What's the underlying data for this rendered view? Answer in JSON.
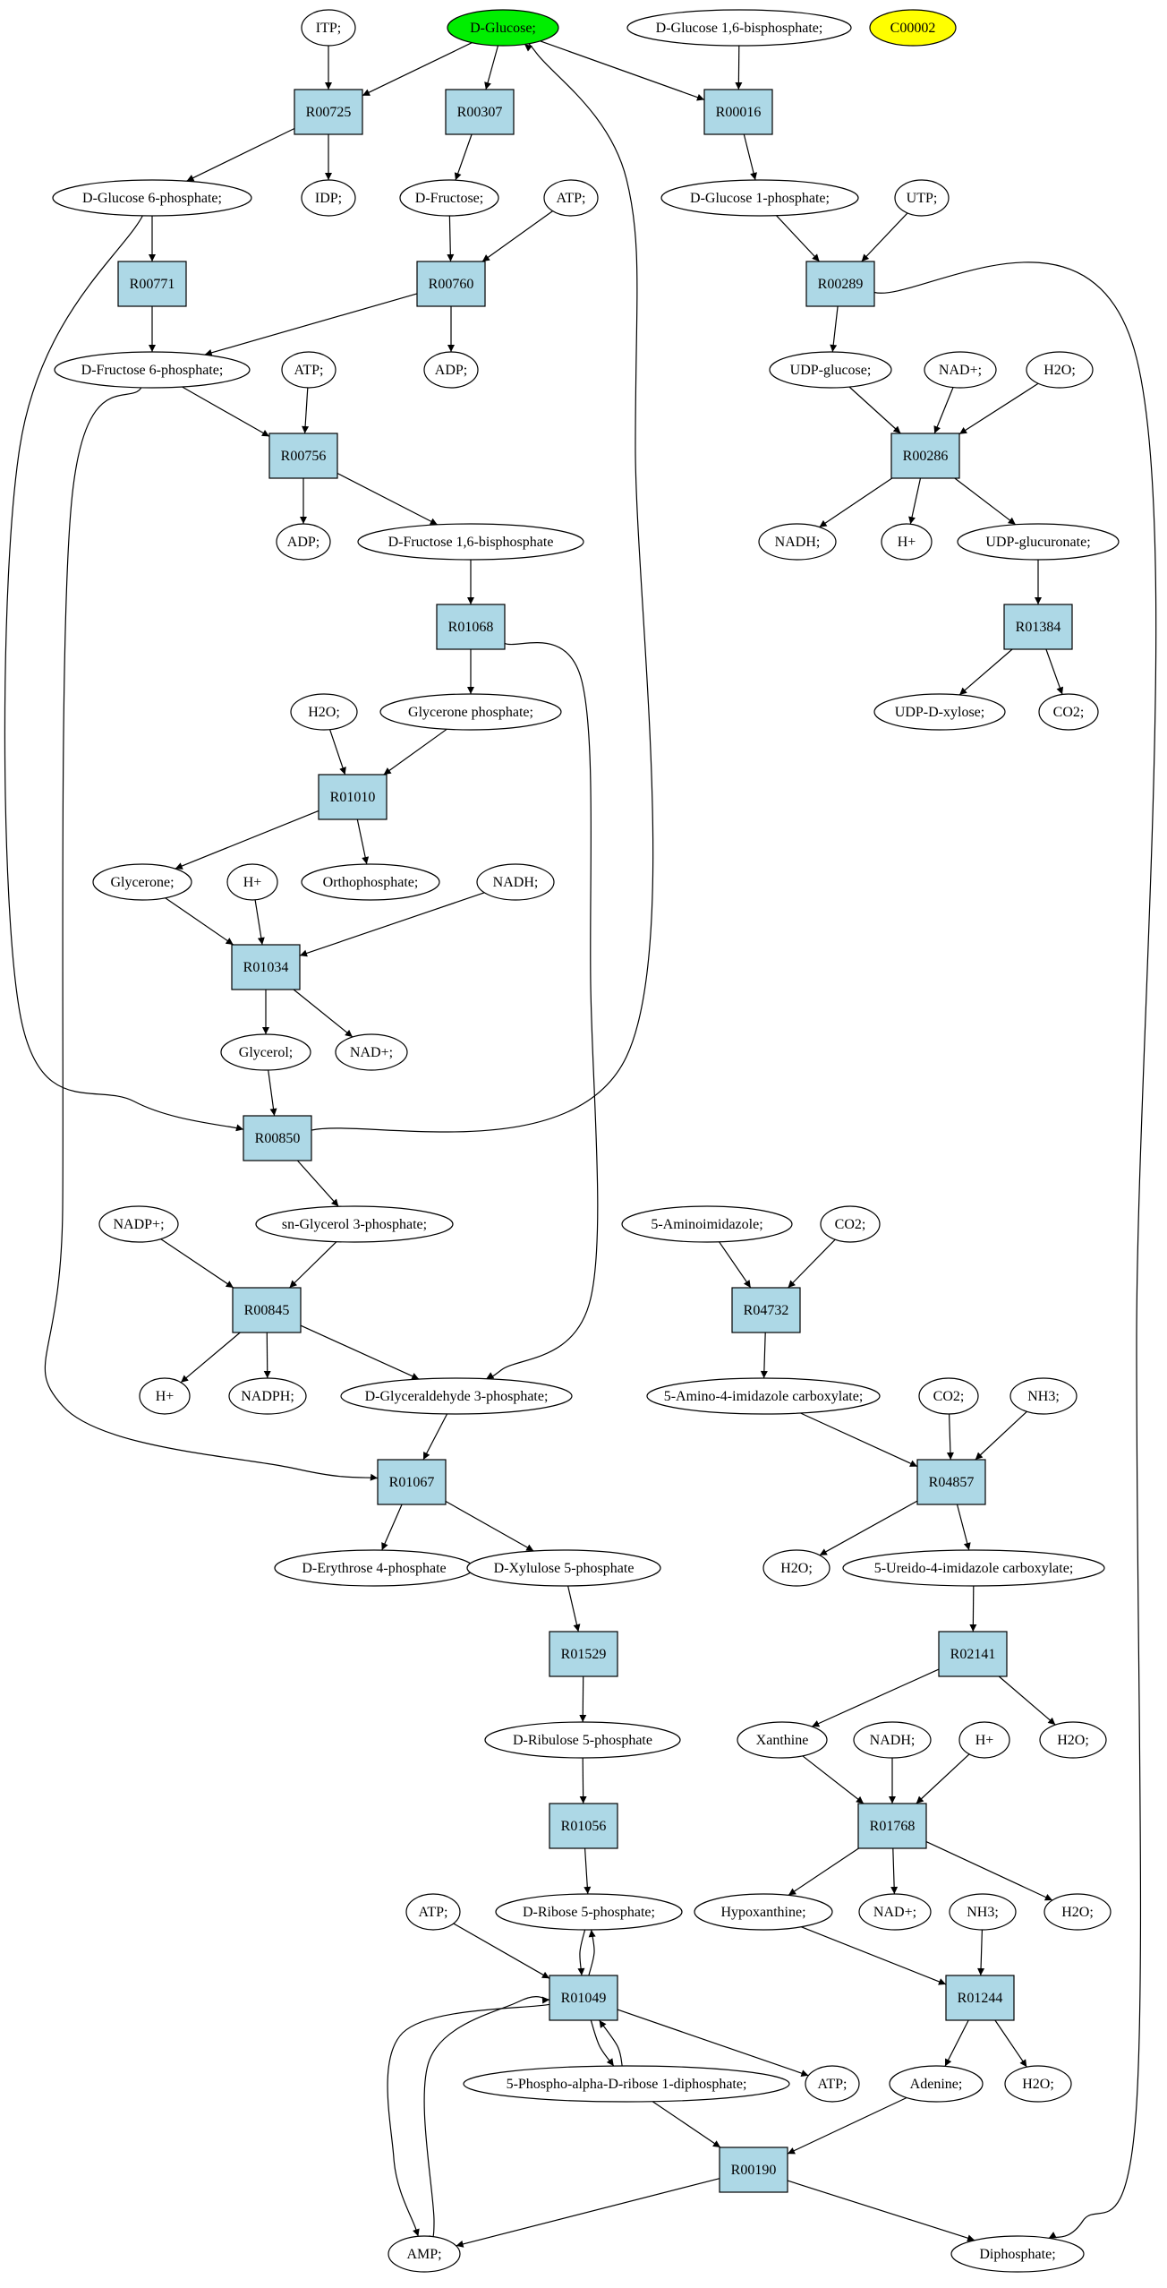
{
  "colors": {
    "background": "#ffffff",
    "reaction_fill": "#add8e6",
    "compound_fill": "#ffffff",
    "start_fill": "#00ee00",
    "highlight_fill": "#ffff00",
    "stroke": "#000000"
  },
  "nodes": {
    "itp": {
      "label": "ITP;",
      "kind": "compound"
    },
    "d_glucose": {
      "label": "D-Glucose;",
      "kind": "start"
    },
    "d_glucose_16bp": {
      "label": "D-Glucose 1,6-bisphosphate;",
      "kind": "compound"
    },
    "c00002": {
      "label": "C00002",
      "kind": "highlight"
    },
    "r00725": {
      "label": "R00725",
      "kind": "reaction"
    },
    "r00307": {
      "label": "R00307",
      "kind": "reaction"
    },
    "r00016": {
      "label": "R00016",
      "kind": "reaction"
    },
    "d_glucose_6p": {
      "label": "D-Glucose 6-phosphate;",
      "kind": "compound"
    },
    "idp": {
      "label": "IDP;",
      "kind": "compound"
    },
    "d_fructose": {
      "label": "D-Fructose;",
      "kind": "compound"
    },
    "atp_1": {
      "label": "ATP;",
      "kind": "compound"
    },
    "d_glucose_1p": {
      "label": "D-Glucose 1-phosphate;",
      "kind": "compound"
    },
    "utp": {
      "label": "UTP;",
      "kind": "compound"
    },
    "r00771": {
      "label": "R00771",
      "kind": "reaction"
    },
    "r00760": {
      "label": "R00760",
      "kind": "reaction"
    },
    "r00289": {
      "label": "R00289",
      "kind": "reaction"
    },
    "d_fructose_6p": {
      "label": "D-Fructose 6-phosphate;",
      "kind": "compound"
    },
    "atp_2": {
      "label": "ATP;",
      "kind": "compound"
    },
    "adp_1": {
      "label": "ADP;",
      "kind": "compound"
    },
    "udp_glucose": {
      "label": "UDP-glucose;",
      "kind": "compound"
    },
    "nad_1": {
      "label": "NAD+;",
      "kind": "compound"
    },
    "h2o_1": {
      "label": "H2O;",
      "kind": "compound"
    },
    "r00756": {
      "label": "R00756",
      "kind": "reaction"
    },
    "r00286": {
      "label": "R00286",
      "kind": "reaction"
    },
    "adp_2": {
      "label": "ADP;",
      "kind": "compound"
    },
    "d_fructose_16bp": {
      "label": "D-Fructose 1,6-bisphosphate",
      "kind": "compound"
    },
    "nadh_1": {
      "label": "NADH;",
      "kind": "compound"
    },
    "h_plus_1": {
      "label": "H+",
      "kind": "compound"
    },
    "udp_glucuronate": {
      "label": "UDP-glucuronate;",
      "kind": "compound"
    },
    "r01068": {
      "label": "R01068",
      "kind": "reaction"
    },
    "r01384": {
      "label": "R01384",
      "kind": "reaction"
    },
    "h2o_2": {
      "label": "H2O;",
      "kind": "compound"
    },
    "glycerone_p": {
      "label": "Glycerone phosphate;",
      "kind": "compound"
    },
    "udp_xylose": {
      "label": "UDP-D-xylose;",
      "kind": "compound"
    },
    "co2_1": {
      "label": "CO2;",
      "kind": "compound"
    },
    "r01010": {
      "label": "R01010",
      "kind": "reaction"
    },
    "glycerone": {
      "label": "Glycerone;",
      "kind": "compound"
    },
    "h_plus_2": {
      "label": "H+",
      "kind": "compound"
    },
    "orthophosphate": {
      "label": "Orthophosphate;",
      "kind": "compound"
    },
    "nadh_2": {
      "label": "NADH;",
      "kind": "compound"
    },
    "r01034": {
      "label": "R01034",
      "kind": "reaction"
    },
    "glycerol": {
      "label": "Glycerol;",
      "kind": "compound"
    },
    "nad_2": {
      "label": "NAD+;",
      "kind": "compound"
    },
    "r00850": {
      "label": "R00850",
      "kind": "reaction"
    },
    "nadp": {
      "label": "NADP+;",
      "kind": "compound"
    },
    "sn_glycerol_3p": {
      "label": "sn-Glycerol 3-phosphate;",
      "kind": "compound"
    },
    "aminoimidazole": {
      "label": "5-Aminoimidazole;",
      "kind": "compound"
    },
    "co2_2": {
      "label": "CO2;",
      "kind": "compound"
    },
    "r00845": {
      "label": "R00845",
      "kind": "reaction"
    },
    "r04732": {
      "label": "R04732",
      "kind": "reaction"
    },
    "h_plus_3": {
      "label": "H+",
      "kind": "compound"
    },
    "nadph": {
      "label": "NADPH;",
      "kind": "compound"
    },
    "d_glyceraldehyde_3p": {
      "label": "D-Glyceraldehyde 3-phosphate;",
      "kind": "compound"
    },
    "amino_imidazole_carbox": {
      "label": "5-Amino-4-imidazole carboxylate;",
      "kind": "compound"
    },
    "co2_3": {
      "label": "CO2;",
      "kind": "compound"
    },
    "nh3_1": {
      "label": "NH3;",
      "kind": "compound"
    },
    "r01067": {
      "label": "R01067",
      "kind": "reaction"
    },
    "r04857": {
      "label": "R04857",
      "kind": "reaction"
    },
    "d_erythrose_4p": {
      "label": "D-Erythrose 4-phosphate",
      "kind": "compound"
    },
    "d_xylulose_5p": {
      "label": "D-Xylulose 5-phosphate",
      "kind": "compound"
    },
    "h2o_3": {
      "label": "H2O;",
      "kind": "compound"
    },
    "ureido_imidazole_carbox": {
      "label": "5-Ureido-4-imidazole carboxylate;",
      "kind": "compound"
    },
    "r01529": {
      "label": "R01529",
      "kind": "reaction"
    },
    "r02141": {
      "label": "R02141",
      "kind": "reaction"
    },
    "d_ribulose_5p": {
      "label": "D-Ribulose 5-phosphate",
      "kind": "compound"
    },
    "xanthine": {
      "label": "Xanthine",
      "kind": "compound"
    },
    "nadh_3": {
      "label": "NADH;",
      "kind": "compound"
    },
    "h_plus_4": {
      "label": "H+",
      "kind": "compound"
    },
    "h2o_4": {
      "label": "H2O;",
      "kind": "compound"
    },
    "r01056": {
      "label": "R01056",
      "kind": "reaction"
    },
    "r01768": {
      "label": "R01768",
      "kind": "reaction"
    },
    "atp_3": {
      "label": "ATP;",
      "kind": "compound"
    },
    "d_ribose_5p": {
      "label": "D-Ribose 5-phosphate;",
      "kind": "compound"
    },
    "hypoxanthine": {
      "label": "Hypoxanthine;",
      "kind": "compound"
    },
    "nad_3": {
      "label": "NAD+;",
      "kind": "compound"
    },
    "nh3_2": {
      "label": "NH3;",
      "kind": "compound"
    },
    "h2o_5": {
      "label": "H2O;",
      "kind": "compound"
    },
    "r01049": {
      "label": "R01049",
      "kind": "reaction"
    },
    "r01244": {
      "label": "R01244",
      "kind": "reaction"
    },
    "prpp": {
      "label": "5-Phospho-alpha-D-ribose 1-diphosphate;",
      "kind": "compound"
    },
    "atp_4": {
      "label": "ATP;",
      "kind": "compound"
    },
    "adenine": {
      "label": "Adenine;",
      "kind": "compound"
    },
    "h2o_6": {
      "label": "H2O;",
      "kind": "compound"
    },
    "r00190": {
      "label": "R00190",
      "kind": "reaction"
    },
    "amp": {
      "label": "AMP;",
      "kind": "compound"
    },
    "diphosphate": {
      "label": "Diphosphate;",
      "kind": "compound"
    }
  },
  "edges": [
    [
      "itp",
      "r00725"
    ],
    [
      "d_glucose",
      "r00725"
    ],
    [
      "d_glucose",
      "r00307"
    ],
    [
      "d_glucose",
      "r00016"
    ],
    [
      "d_glucose_16bp",
      "r00016"
    ],
    [
      "r00725",
      "d_glucose_6p"
    ],
    [
      "r00725",
      "idp"
    ],
    [
      "r00307",
      "d_fructose"
    ],
    [
      "r00016",
      "d_glucose_1p"
    ],
    [
      "d_glucose_6p",
      "r00771"
    ],
    [
      "d_glucose_6p",
      "r00850"
    ],
    [
      "d_fructose",
      "r00760"
    ],
    [
      "atp_1",
      "r00760"
    ],
    [
      "d_glucose_1p",
      "r00289"
    ],
    [
      "utp",
      "r00289"
    ],
    [
      "r00771",
      "d_fructose_6p"
    ],
    [
      "r00760",
      "d_fructose_6p"
    ],
    [
      "r00760",
      "adp_1"
    ],
    [
      "r00289",
      "udp_glucose"
    ],
    [
      "r00289",
      "diphosphate"
    ],
    [
      "d_fructose_6p",
      "r00756"
    ],
    [
      "d_fructose_6p",
      "r01067"
    ],
    [
      "atp_2",
      "r00756"
    ],
    [
      "udp_glucose",
      "r00286"
    ],
    [
      "nad_1",
      "r00286"
    ],
    [
      "h2o_1",
      "r00286"
    ],
    [
      "r00756",
      "adp_2"
    ],
    [
      "r00756",
      "d_fructose_16bp"
    ],
    [
      "r00286",
      "nadh_1"
    ],
    [
      "r00286",
      "h_plus_1"
    ],
    [
      "r00286",
      "udp_glucuronate"
    ],
    [
      "d_fructose_16bp",
      "r01068"
    ],
    [
      "udp_glucuronate",
      "r01384"
    ],
    [
      "r01068",
      "glycerone_p"
    ],
    [
      "r01068",
      "d_glyceraldehyde_3p"
    ],
    [
      "r01384",
      "udp_xylose"
    ],
    [
      "r01384",
      "co2_1"
    ],
    [
      "h2o_2",
      "r01010"
    ],
    [
      "glycerone_p",
      "r01010"
    ],
    [
      "r01010",
      "glycerone"
    ],
    [
      "r01010",
      "orthophosphate"
    ],
    [
      "glycerone",
      "r01034"
    ],
    [
      "h_plus_2",
      "r01034"
    ],
    [
      "nadh_2",
      "r01034"
    ],
    [
      "r01034",
      "glycerol"
    ],
    [
      "r01034",
      "nad_2"
    ],
    [
      "glycerol",
      "r00850"
    ],
    [
      "r00850",
      "d_glucose"
    ],
    [
      "r00850",
      "sn_glycerol_3p"
    ],
    [
      "nadp",
      "r00845"
    ],
    [
      "sn_glycerol_3p",
      "r00845"
    ],
    [
      "r00845",
      "h_plus_3"
    ],
    [
      "r00845",
      "nadph"
    ],
    [
      "r00845",
      "d_glyceraldehyde_3p"
    ],
    [
      "aminoimidazole",
      "r04732"
    ],
    [
      "co2_2",
      "r04732"
    ],
    [
      "r04732",
      "amino_imidazole_carbox"
    ],
    [
      "d_glyceraldehyde_3p",
      "r01067"
    ],
    [
      "amino_imidazole_carbox",
      "r04857"
    ],
    [
      "co2_3",
      "r04857"
    ],
    [
      "nh3_1",
      "r04857"
    ],
    [
      "r01067",
      "d_erythrose_4p"
    ],
    [
      "r01067",
      "d_xylulose_5p"
    ],
    [
      "r04857",
      "h2o_3"
    ],
    [
      "r04857",
      "ureido_imidazole_carbox"
    ],
    [
      "d_xylulose_5p",
      "r01529"
    ],
    [
      "ureido_imidazole_carbox",
      "r02141"
    ],
    [
      "r01529",
      "d_ribulose_5p"
    ],
    [
      "r02141",
      "xanthine"
    ],
    [
      "r02141",
      "h2o_4"
    ],
    [
      "d_ribulose_5p",
      "r01056"
    ],
    [
      "xanthine",
      "r01768"
    ],
    [
      "nadh_3",
      "r01768"
    ],
    [
      "h_plus_4",
      "r01768"
    ],
    [
      "r01056",
      "d_ribose_5p"
    ],
    [
      "r01768",
      "hypoxanthine"
    ],
    [
      "r01768",
      "nad_3"
    ],
    [
      "r01768",
      "h2o_5"
    ],
    [
      "atp_3",
      "r01049"
    ],
    [
      "d_ribose_5p",
      "r01049"
    ],
    [
      "r01049",
      "d_ribose_5p"
    ],
    [
      "hypoxanthine",
      "r01244"
    ],
    [
      "nh3_2",
      "r01244"
    ],
    [
      "r01049",
      "prpp"
    ],
    [
      "prpp",
      "r01049"
    ],
    [
      "r01049",
      "atp_4"
    ],
    [
      "r01049",
      "amp"
    ],
    [
      "amp",
      "r01049"
    ],
    [
      "r01244",
      "adenine"
    ],
    [
      "r01244",
      "h2o_6"
    ],
    [
      "prpp",
      "r00190"
    ],
    [
      "adenine",
      "r00190"
    ],
    [
      "r00190",
      "amp"
    ],
    [
      "r00190",
      "diphosphate"
    ]
  ]
}
